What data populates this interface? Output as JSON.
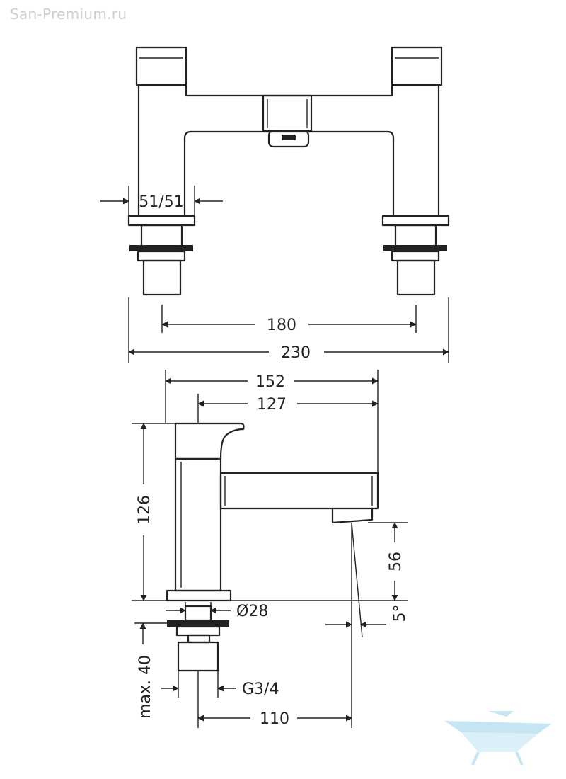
{
  "watermark": "San-Premium.ru",
  "dimensions": {
    "top_section": "51/51",
    "top_spacing": "180",
    "top_width": "230",
    "side_depth": "152",
    "side_spout": "127",
    "side_height": "126",
    "spout_height": "56",
    "spout_angle": "5°",
    "base_diameter": "Ø28",
    "thread": "G3/4",
    "max_length": "max. 40",
    "side_offset": "110"
  },
  "colors": {
    "line": "#222222",
    "watermark_text": "#cfcfcf",
    "logo": "#bfe3f2"
  },
  "icons": {
    "logo": "bathtub-logo-icon"
  }
}
